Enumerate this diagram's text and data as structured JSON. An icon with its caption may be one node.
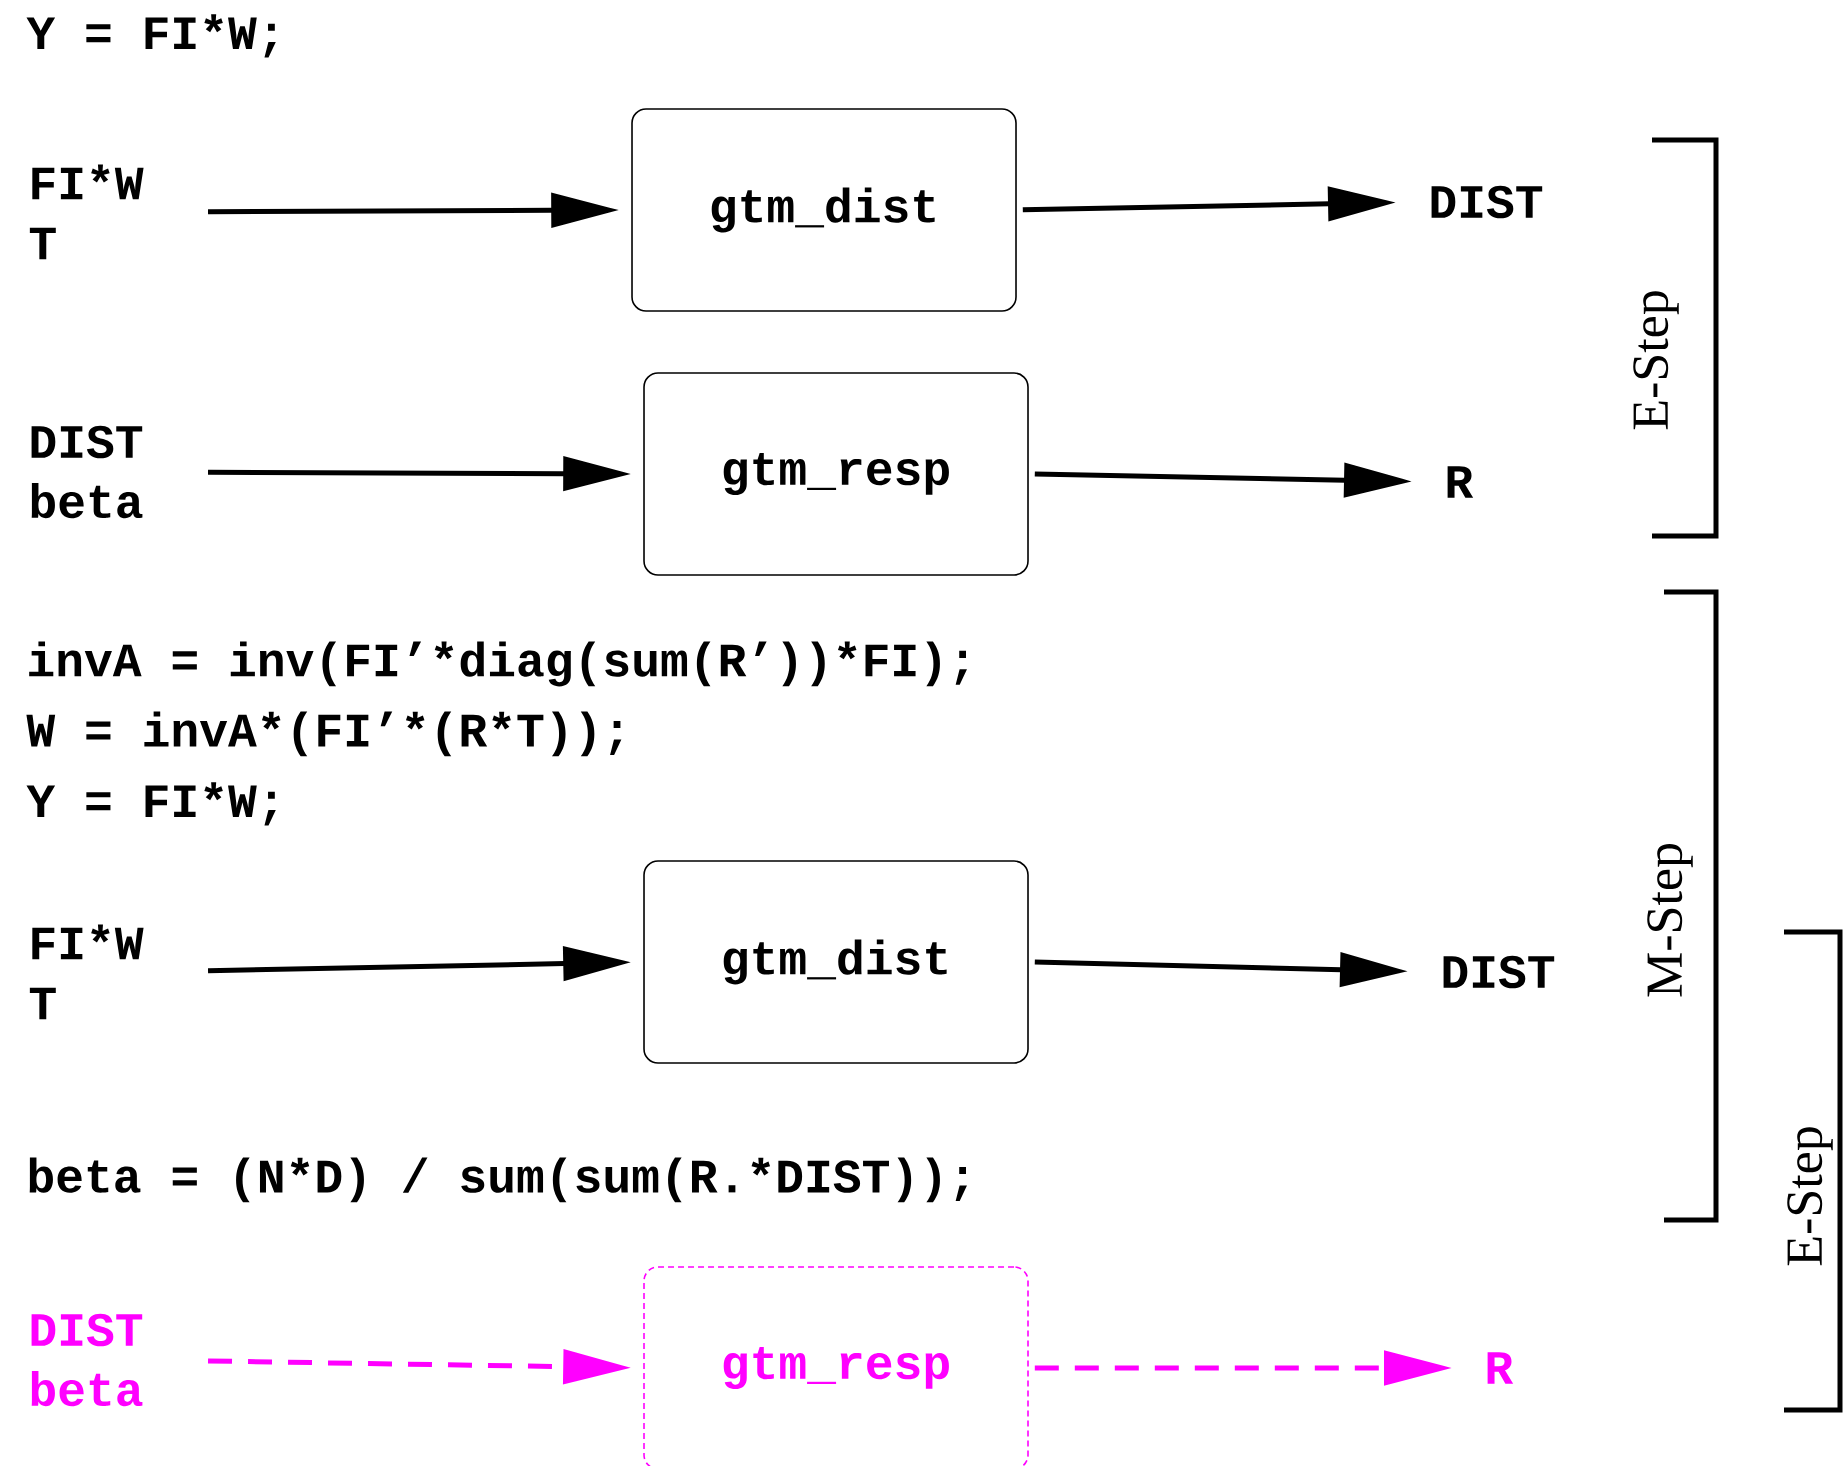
{
  "diagram": {
    "nodes": [
      {
        "text": [
          "FI*W",
          "T"
        ]
      },
      {
        "text": [
          "gtm_dist"
        ]
      },
      {
        "text": [
          "DIST"
        ]
      },
      {
        "text": [
          "DIST",
          "beta"
        ]
      },
      {
        "text": [
          "gtm_resp"
        ]
      },
      {
        "text": [
          "R"
        ]
      },
      {
        "text": [
          "FI*W",
          "T"
        ]
      },
      {
        "text": [
          "gtm_dist"
        ]
      },
      {
        "text": [
          "DIST"
        ]
      },
      {
        "text": [
          "DIST",
          "beta"
        ]
      },
      {
        "text": [
          "gtm_resp"
        ]
      },
      {
        "text": [
          "R"
        ]
      }
    ],
    "edges": [
      {
        "from": 0,
        "to": 1,
        "arrow": "to"
      },
      {
        "from": 1,
        "to": 2,
        "arrow": "to"
      },
      {
        "from": 3,
        "to": 4,
        "arrow": "to"
      },
      {
        "from": 4,
        "to": 5,
        "arrow": "to"
      },
      {
        "from": 6,
        "to": 7,
        "arrow": "to"
      },
      {
        "from": 7,
        "to": 8,
        "arrow": "to"
      },
      {
        "from": 9,
        "to": 10,
        "arrow": "to",
        "style": "dashed",
        "color": "#ff00ff"
      },
      {
        "from": 10,
        "to": 11,
        "arrow": "to",
        "style": "dashed",
        "color": "#ff00ff"
      }
    ],
    "labels": [
      "Y = FI*W;",
      "E-Step",
      "invA = inv(FI’*diag(sum(R’))*FI);",
      "W = invA*(FI’*(R*T));",
      "Y = FI*W;",
      "M-Step",
      "beta = (N*D) / sum(sum(R.*DIST));",
      "E-Step"
    ]
  }
}
